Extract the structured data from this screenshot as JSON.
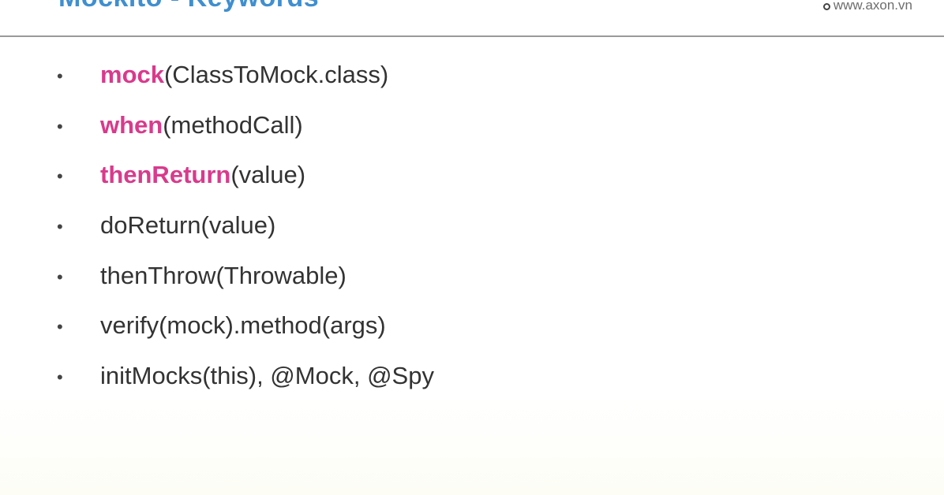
{
  "header": {
    "title": "Mockito - Keywords",
    "brand": "www.axon.vn"
  },
  "bullets": [
    {
      "keyword": "mock",
      "rest": "(ClassToMock.class)"
    },
    {
      "keyword": "when",
      "rest": "(methodCall)"
    },
    {
      "keyword": "thenReturn",
      "rest": "(value)"
    },
    {
      "keyword": "",
      "rest": "doReturn(value)"
    },
    {
      "keyword": "",
      "rest": "thenThrow(Throwable)"
    },
    {
      "keyword": "",
      "rest": "verify(mock).method(args)"
    },
    {
      "keyword": "",
      "rest": "initMocks(this), @Mock, @Spy"
    }
  ],
  "bullet_symbol": "•",
  "colors": {
    "title": "#3f8fd0",
    "keyword": "#d93a8c",
    "text": "#333333",
    "rule": "#9a9a9a"
  }
}
